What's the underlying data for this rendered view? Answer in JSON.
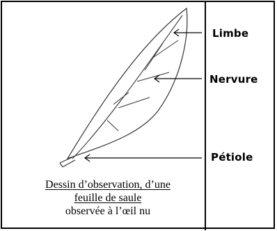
{
  "labels": {
    "limbe": "Limbe",
    "nervure": "Nervure",
    "petiole": "Pétiole"
  },
  "caption": {
    "line1": "Dessin d’observation, d’une",
    "line2": "feuille de saule",
    "line3": "observée à l’œil nu"
  }
}
